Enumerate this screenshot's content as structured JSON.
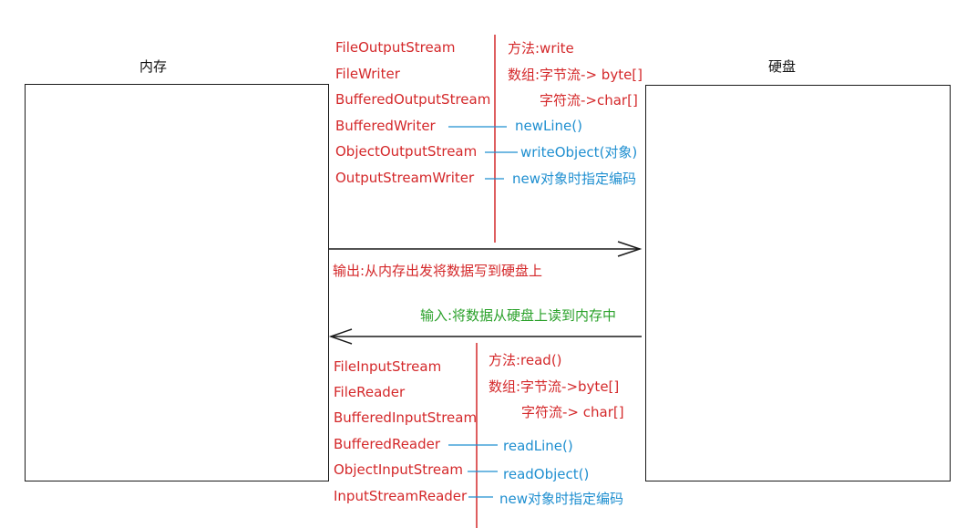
{
  "memory": {
    "title": "内存"
  },
  "disk": {
    "title": "硬盘"
  },
  "output": {
    "classes": [
      "FileOutputStream",
      "FileWriter",
      "BufferedOutputStream",
      "BufferedWriter",
      "ObjectOutputStream",
      "OutputStreamWriter"
    ],
    "method_label": "方法:write",
    "data_label": "数组:字节流-> byte[]",
    "char_label": "字符流->char[]",
    "buffered_writer_method": "newLine()",
    "object_output_method": "writeObject(对象)",
    "osw_method": "new对象时指定编码",
    "arrow_caption": "输出:从内存出发将数据写到硬盘上"
  },
  "input": {
    "classes": [
      "FileInputStream",
      "FileReader",
      "BufferedInputStream",
      "BufferedReader",
      "ObjectInputStream",
      "InputStreamReader"
    ],
    "method_label": "方法:read()",
    "data_label": "数组:字节流->byte[]",
    "char_label": "字符流-> char[]",
    "buffered_reader_method": "readLine()",
    "object_input_method": "readObject()",
    "isr_method": "new对象时指定编码",
    "arrow_caption": "输入:将数据从硬盘上读到内存中"
  },
  "colors": {
    "red": "#d4282a",
    "blue": "#1f8fd0",
    "green": "#2aa12a",
    "line": "#1a1a1a"
  }
}
